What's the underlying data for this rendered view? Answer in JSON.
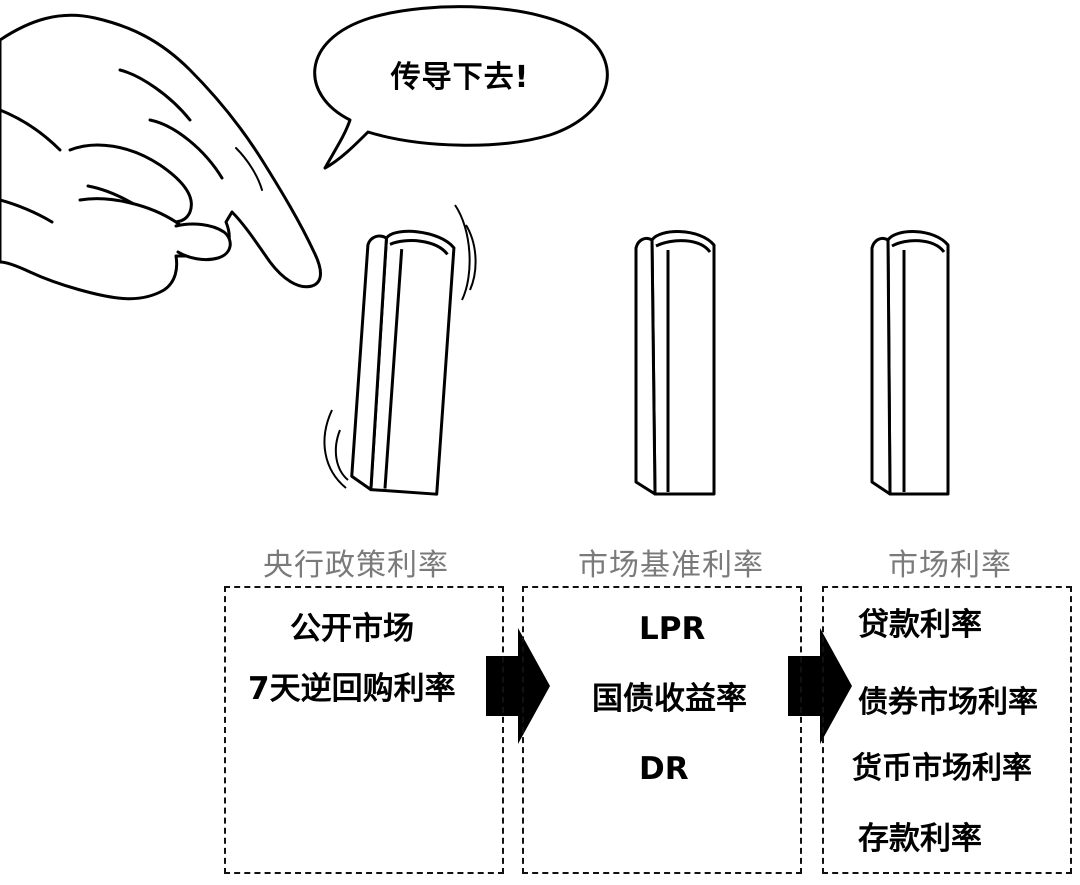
{
  "speech_bubble": {
    "text": "传导下去!"
  },
  "stages": [
    {
      "title": "央行政策利率",
      "items": [
        "公开市场",
        "7天逆回购利率"
      ]
    },
    {
      "title": "市场基准利率",
      "items": [
        "LPR",
        "国债收益率",
        "DR"
      ]
    },
    {
      "title": "市场利率",
      "items": [
        "贷款利率",
        "债券市场利率",
        "货币市场利率",
        "存款利率"
      ]
    }
  ],
  "colors": {
    "stroke": "#000000",
    "title_gray": "#7a7a7a",
    "background": "#ffffff"
  },
  "icons": [
    "hand-pointing-icon",
    "domino-icon",
    "arrow-right-icon"
  ]
}
